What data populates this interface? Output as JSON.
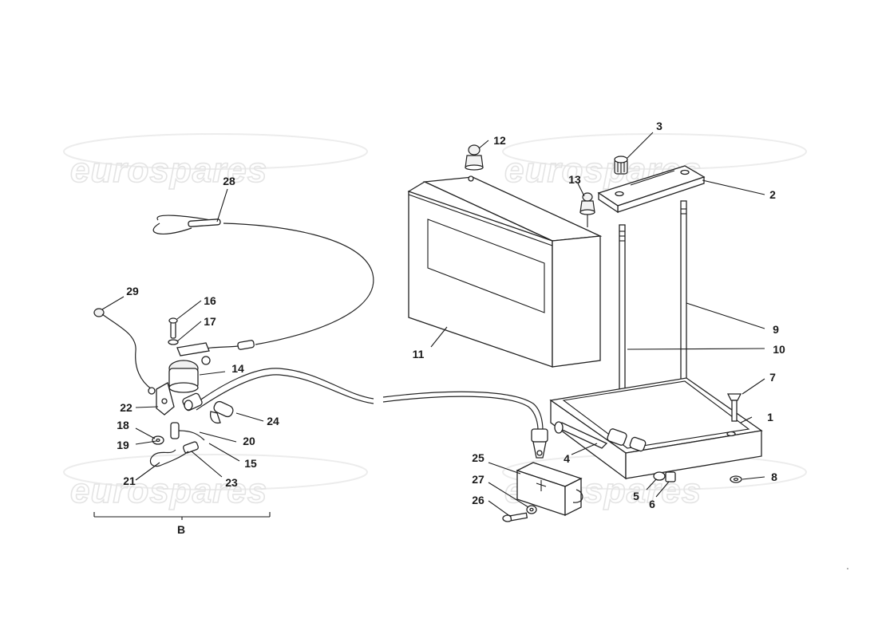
{
  "watermark": "eurospares",
  "callouts": {
    "c1": "1",
    "c2": "2",
    "c3": "3",
    "c4": "4",
    "c5": "5",
    "c6": "6",
    "c7": "7",
    "c8": "8",
    "c9": "9",
    "c10": "10",
    "c11": "11",
    "c12": "12",
    "c13": "13",
    "c14": "14",
    "c15": "15",
    "c16": "16",
    "c17": "17",
    "c18": "18",
    "c19": "19",
    "c20": "20",
    "c21": "21",
    "c22": "22",
    "c23": "23",
    "c24": "24",
    "c25": "25",
    "c26": "26",
    "c27": "27",
    "c28": "28",
    "c29": "29"
  },
  "group_label": "B"
}
